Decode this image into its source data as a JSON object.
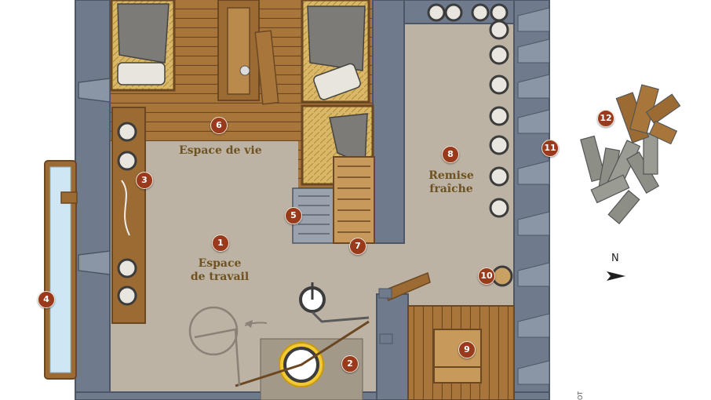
{
  "labels": {
    "living": "Espace de vie",
    "work_line1": "Espace",
    "work_line2": "de travail",
    "storage_line1": "Remise",
    "storage_line2": "fraîche",
    "north": "N",
    "credit": "OT"
  },
  "markers": [
    "1",
    "2",
    "3",
    "4",
    "5",
    "6",
    "7",
    "8",
    "9",
    "10",
    "11",
    "12"
  ],
  "colors": {
    "wall": "#6f7a8c",
    "wall_dark": "#4d5666",
    "floor": "#bdb3a4",
    "wood": "#9b6b33",
    "wood_dark": "#6b4722",
    "marker": "#9a3a1c",
    "label_text": "#6e5220",
    "water": "#cfe6f5"
  }
}
